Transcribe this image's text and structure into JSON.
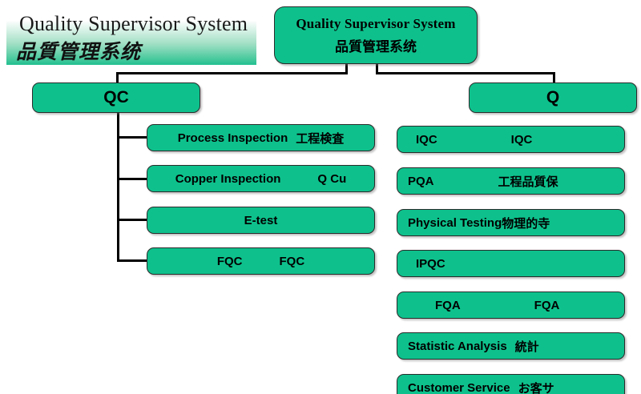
{
  "banner": {
    "title_en": "Quality Supervisor System",
    "title_cn": "品質管理系统"
  },
  "root": {
    "label_en": "Quality Supervisor System",
    "label_cn": "品質管理系统"
  },
  "branches": {
    "left": {
      "header": "QC",
      "items": [
        {
          "en": "Process Inspection",
          "cn": "工程検査"
        },
        {
          "en": "Copper Inspection",
          "cn": "Q Cu"
        },
        {
          "en": "E-test",
          "cn": ""
        },
        {
          "en": "FQC",
          "cn": "FQC"
        }
      ]
    },
    "right": {
      "header": "Q",
      "items": [
        {
          "en": "IQC",
          "cn": "IQC"
        },
        {
          "en": "PQA",
          "cn": "工程品質保"
        },
        {
          "en": "Physical Testing",
          "cn": "物理的寺"
        },
        {
          "en": "IPQC",
          "cn": ""
        },
        {
          "en": "FQA",
          "cn": "FQA"
        },
        {
          "en": "Statistic Analysis",
          "cn": "統計"
        },
        {
          "en": "Customer Service",
          "cn": "お客サ"
        }
      ]
    }
  },
  "colors": {
    "node_green": "#0ec18c",
    "line_black": "#000000",
    "text_black": "#000000"
  }
}
